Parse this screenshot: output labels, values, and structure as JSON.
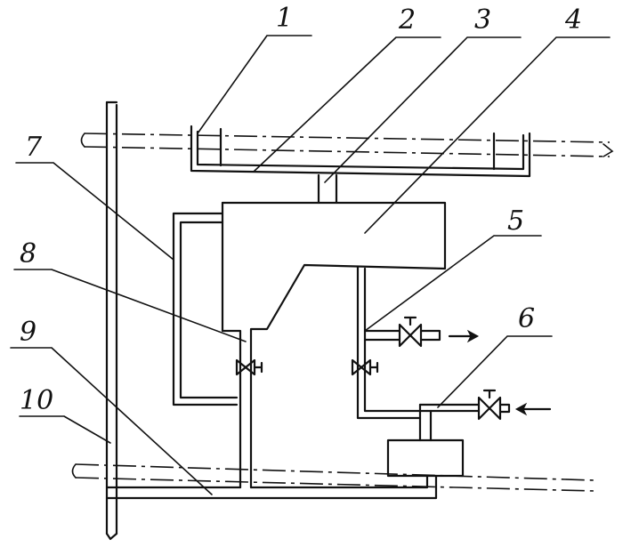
{
  "callouts": [
    {
      "id": "1",
      "label": "1"
    },
    {
      "id": "2",
      "label": "2"
    },
    {
      "id": "3",
      "label": "3"
    },
    {
      "id": "4",
      "label": "4"
    },
    {
      "id": "5",
      "label": "5"
    },
    {
      "id": "6",
      "label": "6"
    },
    {
      "id": "7",
      "label": "7"
    },
    {
      "id": "8",
      "label": "8"
    },
    {
      "id": "9",
      "label": "9"
    },
    {
      "id": "10",
      "label": "10"
    }
  ],
  "colors": {
    "ink": "#111111",
    "paper": "#ffffff"
  },
  "icons": [
    "valve-icon",
    "arrow-right-icon",
    "arrow-left-icon"
  ]
}
